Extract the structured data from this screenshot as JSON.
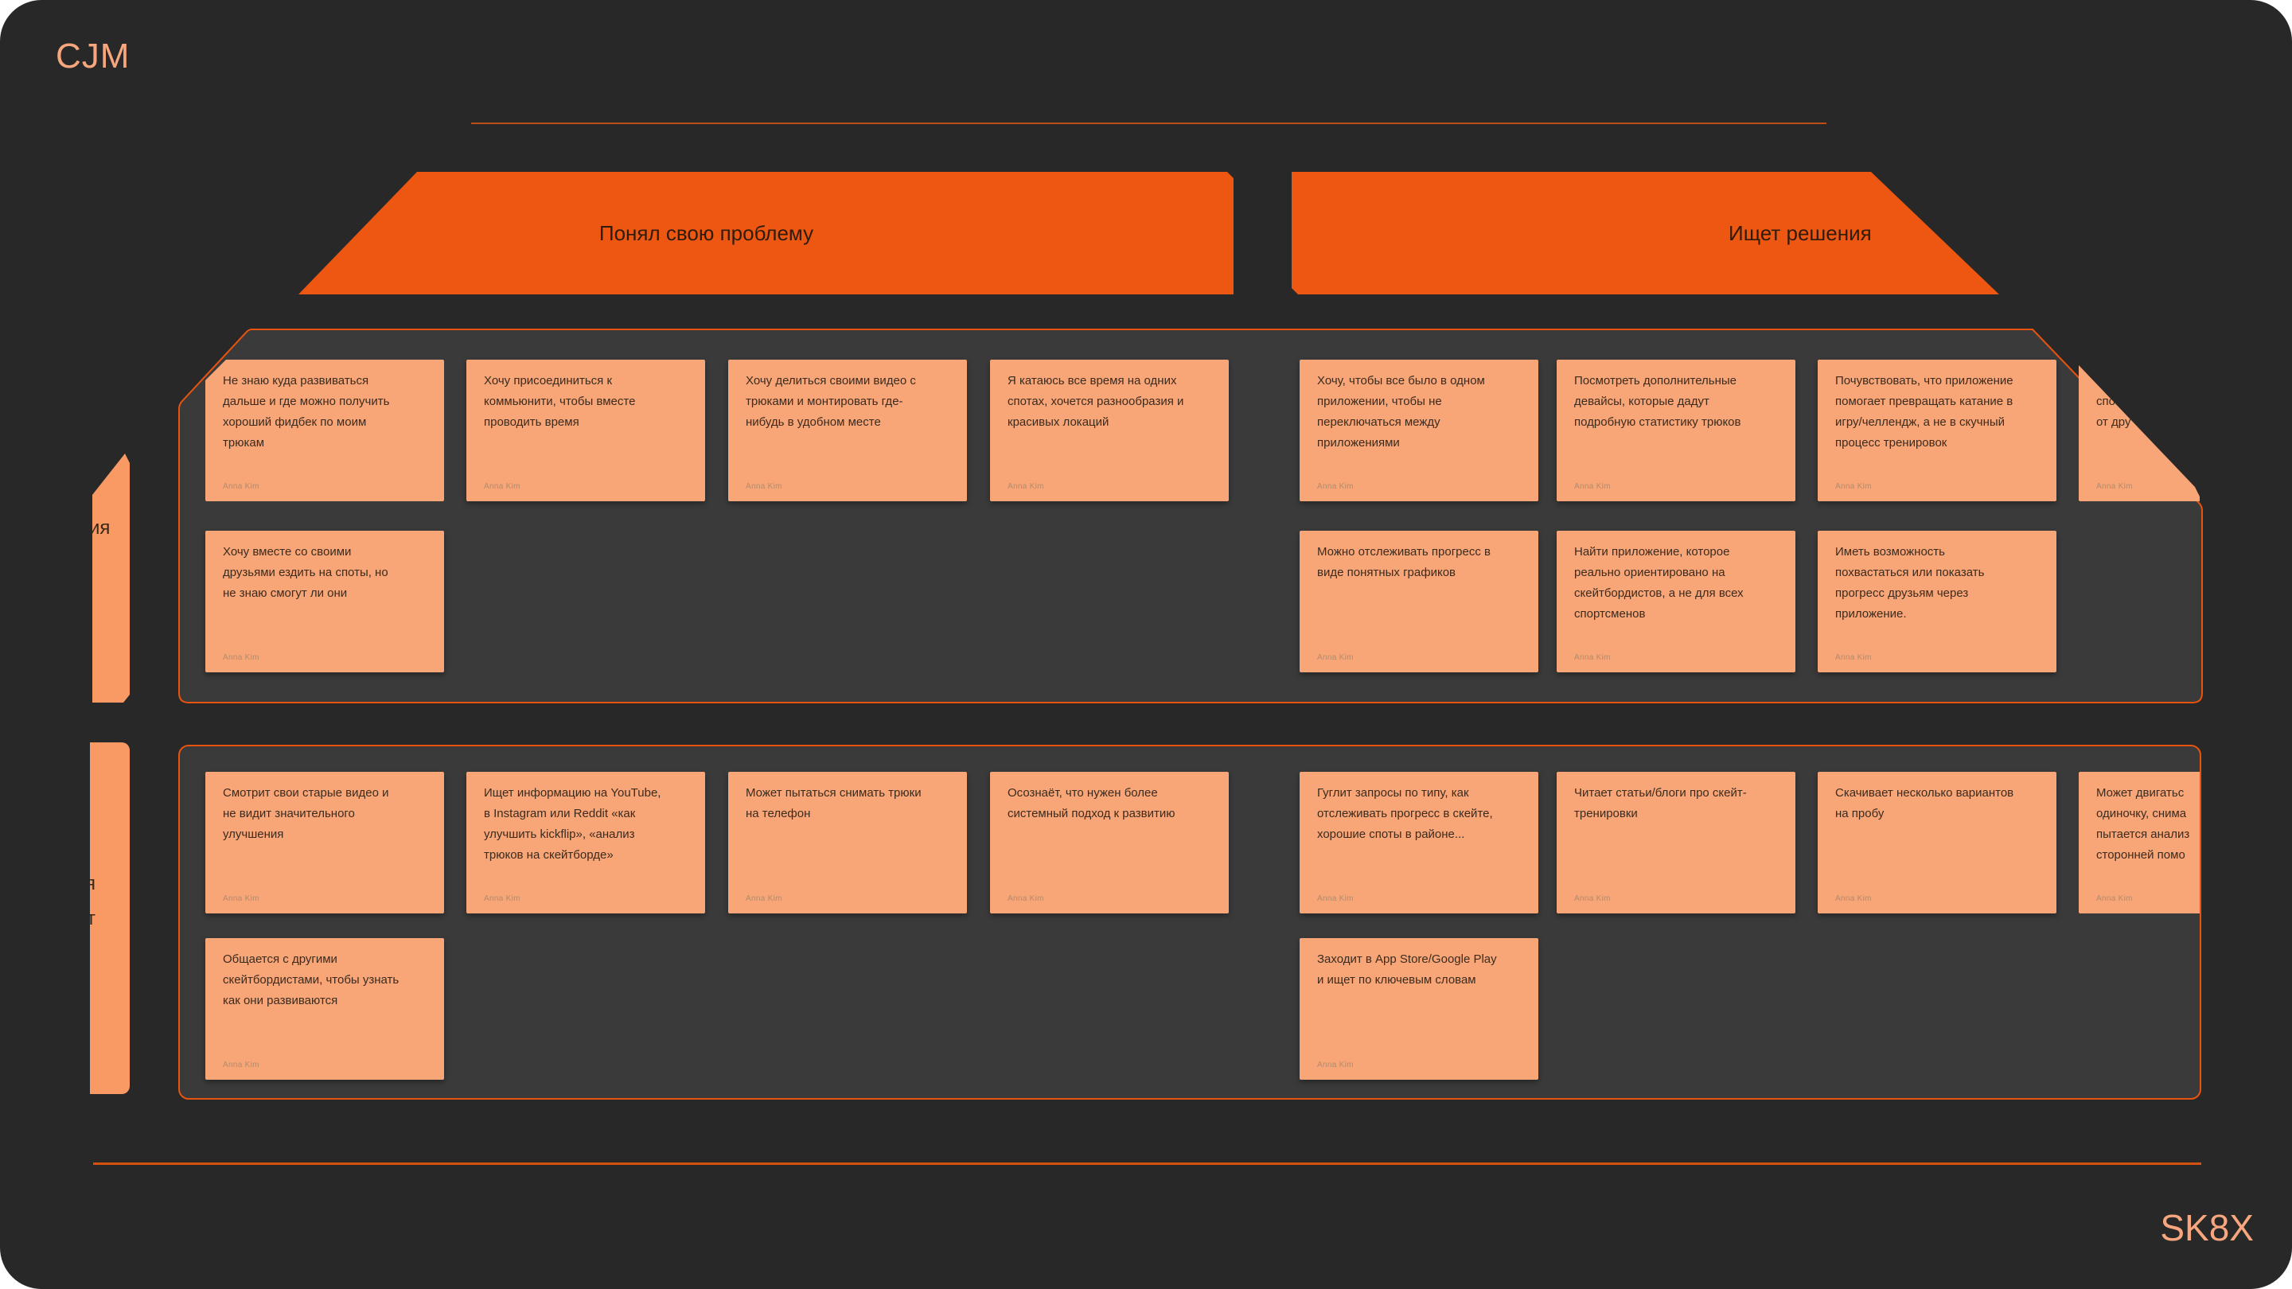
{
  "title": "CJM",
  "brand": "SK8X",
  "author_label": "Anna Kim",
  "colors": {
    "canvas_bg": "#282828",
    "panel_bg": "#3A3A3A",
    "panel_border": "#E8540F",
    "stage_fill": "#EE5711",
    "sticky_fill": "#F8A678",
    "sticky_text": "#3B2B1E",
    "accent_text": "#F7A67D"
  },
  "stages": [
    {
      "label": "Понял свою проблему"
    },
    {
      "label": "Ищет решения"
    }
  ],
  "row_labels": [
    {
      "fragment": "ия"
    },
    {
      "lines": [
        "я",
        "т"
      ]
    }
  ],
  "bands": [
    {
      "rows": [
        {
          "stickies": [
            {
              "col": 0,
              "lines": [
                "Не знаю куда развиваться",
                "дальше и где можно получить",
                "хороший фидбек по моим",
                "трюкам"
              ],
              "clip": "tl"
            },
            {
              "col": 1,
              "lines": [
                "Хочу присоединиться к",
                "коммьюнити, чтобы вместе",
                "проводить время"
              ]
            },
            {
              "col": 2,
              "lines": [
                "Хочу делиться своими видео с",
                "трюками и монтировать где-",
                "нибудь в удобном месте"
              ]
            },
            {
              "col": 3,
              "lines": [
                "Я катаюсь все время на одних",
                "спотах, хочется разнообразия и",
                "красивых локаций"
              ]
            },
            {
              "col": 4,
              "lines": [
                "Хочу, чтобы все было в одном",
                "приложении, чтобы не",
                "переключаться между",
                "приложениями"
              ]
            },
            {
              "col": 5,
              "lines": [
                "Посмотреть дополнительные",
                "девайсы, которые дадут",
                "подробную статистику трюков"
              ]
            },
            {
              "col": 6,
              "lines": [
                "Почувствовать, что приложение",
                "помогает превращать катание в",
                "игру/челлендж, а не в скучный",
                "процесс тренировок"
              ]
            },
            {
              "col": 7,
              "lines": [
                "",
                "спо",
                "от дру"
              ],
              "clip": "diag"
            }
          ]
        },
        {
          "stickies": [
            {
              "col": 0,
              "lines": [
                "Хочу вместе со своими",
                "друзьями ездить на споты, но",
                "не знаю смогут ли они"
              ]
            },
            {
              "col": 4,
              "lines": [
                "Можно отслеживать прогресс в",
                "виде понятных графиков"
              ]
            },
            {
              "col": 5,
              "lines": [
                "Найти приложение, которое",
                "реально ориентировано на",
                "скейтбордистов, а не для всех",
                "спортсменов"
              ]
            },
            {
              "col": 6,
              "lines": [
                "Иметь возможность",
                "похвастаться или показать",
                "прогресс друзьям через",
                "приложение."
              ]
            }
          ]
        }
      ]
    },
    {
      "rows": [
        {
          "stickies": [
            {
              "col": 0,
              "lines": [
                "Смотрит свои старые видео и",
                "не видит значительного",
                "улучшения"
              ]
            },
            {
              "col": 1,
              "lines": [
                "Ищет информацию на YouTube,",
                "в Instagram или Reddit «как",
                "улучшить kickflip», «анализ",
                "трюков на скейтборде»"
              ]
            },
            {
              "col": 2,
              "lines": [
                "Может пытаться снимать трюки",
                "на телефон"
              ]
            },
            {
              "col": 3,
              "lines": [
                "Осознаёт, что нужен более",
                "системный подход к развитию"
              ]
            },
            {
              "col": 4,
              "lines": [
                "Гуглит запросы по типу, как",
                "отслеживать прогресс в скейте,",
                "хорошие споты в районе..."
              ]
            },
            {
              "col": 5,
              "lines": [
                "Читает статьи/блоги про скейт-",
                "тренировки"
              ]
            },
            {
              "col": 6,
              "lines": [
                "Скачивает несколько вариантов",
                "на пробу"
              ]
            },
            {
              "col": 7,
              "lines": [
                "Может двигатьс",
                "одиночку, снима",
                "пытается анализ",
                "сторонней помо"
              ],
              "clip": "right"
            }
          ]
        },
        {
          "stickies": [
            {
              "col": 0,
              "lines": [
                "Общается с другими",
                "скейтбордистами, чтобы узнать",
                "как они развиваются"
              ]
            },
            {
              "col": 4,
              "lines": [
                "Заходит в App Store/Google Play",
                "и ищет по ключевым словам"
              ]
            }
          ]
        }
      ]
    }
  ]
}
